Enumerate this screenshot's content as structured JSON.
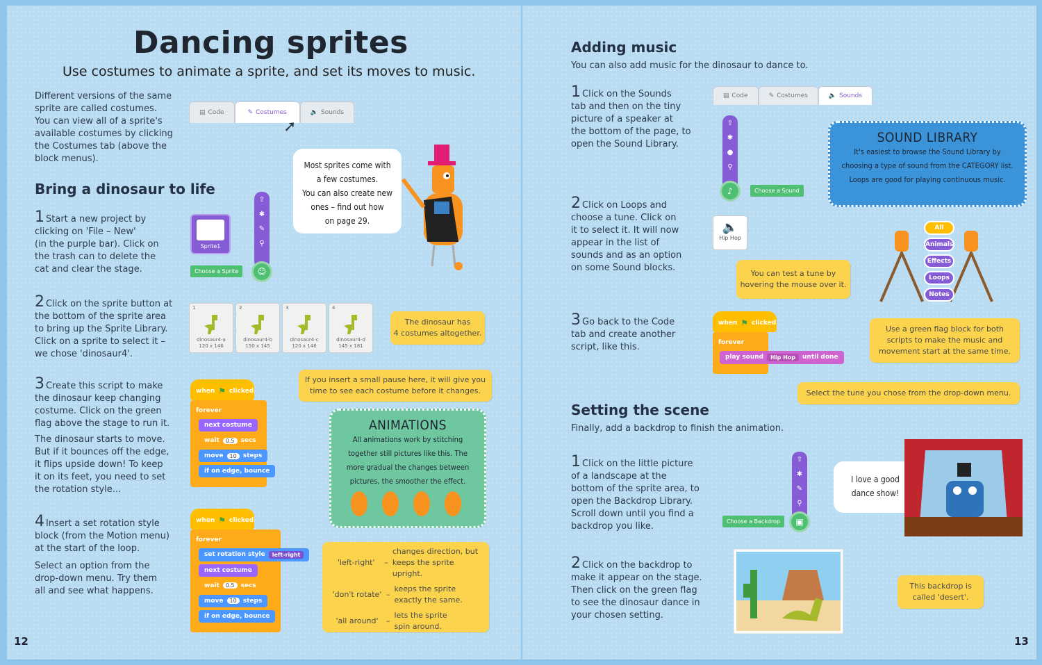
{
  "left": {
    "title": "Dancing sprites",
    "subtitle": "Use costumes to animate a sprite, and set its moves to music.",
    "intro": [
      "Different versions of the same",
      "sprite are called costumes.",
      "You can view all of a sprite's",
      "available costumes by clicking",
      "the Costumes tab (above the",
      "block menus)."
    ],
    "tabs": [
      "Code",
      "Costumes",
      "Sounds"
    ],
    "bubble": [
      "Most sprites come with",
      "a few costumes.",
      "You can also create new",
      "ones – find out how",
      "on page 29."
    ],
    "section_heading": "Bring a dinosaur to life",
    "step1": {
      "num": "1",
      "lines": [
        "Start a new project by",
        "clicking on 'File – New'",
        "(in the purple bar). Click on",
        "the trash can to delete the",
        "cat and clear the stage."
      ]
    },
    "sprite_card": "Sprite1",
    "choose_sprite": "Choose a Sprite",
    "step2": {
      "num": "2",
      "lines": [
        "Click on the sprite button at",
        "the bottom of the sprite area",
        "to bring up the Sprite Library.",
        "Click on a sprite to select it –",
        "we chose 'dinosaur4'."
      ]
    },
    "costumes": [
      {
        "num": "1",
        "name": "dinosaur4-a",
        "size": "120 x 146"
      },
      {
        "num": "2",
        "name": "dinosaur4-b",
        "size": "150 x 145"
      },
      {
        "num": "3",
        "name": "dinosaur4-c",
        "size": "120 x 146"
      },
      {
        "num": "4",
        "name": "dinosaur4-d",
        "size": "145 x 181"
      }
    ],
    "note_costumes": [
      "The dinosaur has",
      "4 costumes altogether."
    ],
    "step3": {
      "num": "3",
      "lines": [
        "Create this script to make",
        "the dinosaur keep changing",
        "costume. Click on the green",
        "flag above the stage to run it."
      ]
    },
    "step3_more": [
      "The dinosaur starts to move.",
      "But if it bounces off the edge,",
      "it flips upside down! To keep",
      "it on its feet, you need to set",
      "the rotation style..."
    ],
    "note_pause": [
      "If you insert a small pause here, it will give you",
      "time to see each costume before it changes."
    ],
    "script1": {
      "when": "when",
      "clicked": "clicked",
      "forever": "forever",
      "next_costume": "next costume",
      "wait": "wait",
      "wait_val": "0.5",
      "secs": "secs",
      "move": "move",
      "move_val": "10",
      "steps": "steps",
      "bounce": "if on edge, bounce"
    },
    "anim_box": {
      "heading": "ANIMATIONS",
      "lines": [
        "All animations work by stitching",
        "together still pictures like this. The",
        "more gradual the changes between",
        "pictures, the smoother the effect."
      ]
    },
    "step4": {
      "num": "4",
      "lines": [
        "Insert a set rotation style",
        "block (from the Motion menu)",
        "at the start of the loop."
      ]
    },
    "step4_more": [
      "Select an option from the",
      "drop-down menu. Try them",
      "all and see what happens."
    ],
    "script2": {
      "when": "when",
      "clicked": "clicked",
      "forever": "forever",
      "rotation": "set rotation style",
      "rotation_val": "left-right",
      "next_costume": "next costume",
      "wait": "wait",
      "wait_val": "0.5",
      "secs": "secs",
      "move": "move",
      "move_val": "10",
      "steps": "steps",
      "bounce": "if on edge, bounce"
    },
    "rotation_options": [
      {
        "opt": "'left-right'",
        "desc": [
          "changes direction, but",
          "keeps the sprite upright."
        ]
      },
      {
        "opt": "'don't rotate'",
        "desc": [
          "keeps the sprite",
          "exactly the same."
        ]
      },
      {
        "opt": "'all around'",
        "desc": [
          "lets the sprite",
          "spin around."
        ]
      }
    ],
    "page_number": "12"
  },
  "right": {
    "heading_music": "Adding music",
    "music_intro": "You can also add music for the dinosaur to dance to.",
    "step1": {
      "num": "1",
      "lines": [
        "Click on the Sounds",
        "tab and then on the tiny",
        "picture of a speaker at",
        "the bottom of the page, to",
        "open the Sound Library."
      ]
    },
    "tabs": [
      "Code",
      "Costumes",
      "Sounds"
    ],
    "choose_sound": "Choose a Sound",
    "sound_library": {
      "heading": "SOUND LIBRARY",
      "lines": [
        "It's easiest to browse the Sound Library by",
        "choosing a type of sound from the CATEGORY list.",
        "Loops are good for playing continuous music."
      ]
    },
    "step2": {
      "num": "2",
      "lines": [
        "Click on Loops and",
        "choose a tune. Click on",
        "it to select it. It will now",
        "appear in the list of",
        "sounds and as an option",
        "on some Sound blocks."
      ]
    },
    "hiphop_card": "Hip Hop",
    "note_hover": [
      "You can test a tune by",
      "hovering the mouse over it."
    ],
    "categories": [
      "All",
      "Animals",
      "Effects",
      "Loops",
      "Notes"
    ],
    "step3": {
      "num": "3",
      "lines": [
        "Go back to the Code",
        "tab and create another",
        "script, like this."
      ]
    },
    "script3": {
      "when": "when",
      "clicked": "clicked",
      "forever": "forever",
      "play": "play sound",
      "sound_val": "Hip Hop",
      "until": "until done"
    },
    "note_flag": [
      "Use a green flag block for both",
      "scripts to make the music and",
      "movement start at the same time."
    ],
    "note_tune": "Select the tune you chose from the drop-down menu.",
    "heading_scene": "Setting the scene",
    "scene_intro": "Finally, add a backdrop to finish the animation.",
    "step1b": {
      "num": "1",
      "lines": [
        "Click on the little picture",
        "of a landscape at the",
        "bottom of the sprite area, to",
        "open the Backdrop Library.",
        "Scroll down until you find a",
        "backdrop you like."
      ]
    },
    "choose_backdrop": "Choose a Backdrop",
    "bubble": [
      "I love a good",
      "dance show!"
    ],
    "step2b": {
      "num": "2",
      "lines": [
        "Click on the backdrop to",
        "make it appear on the stage.",
        "Then click on the green flag",
        "to see the dinosaur dance in",
        "your chosen setting."
      ]
    },
    "note_backdrop": [
      "This backdrop is",
      "called 'desert'."
    ],
    "page_number": "13"
  },
  "colors": {
    "page_bg": "#b9dcf3",
    "note": "#fcd34d",
    "purple": "#855cd6",
    "green": "#4fbf73",
    "anim_box": "#6fc7a0",
    "sound_box": "#3b93d9"
  }
}
